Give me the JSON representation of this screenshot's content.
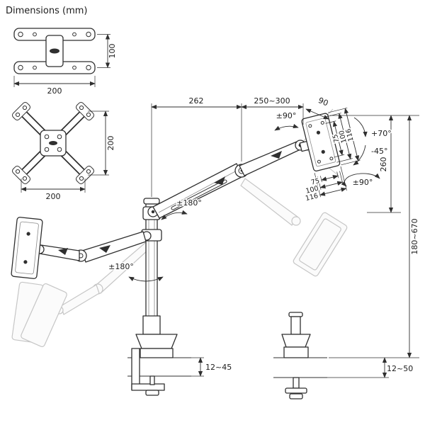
{
  "title": "Dimensions (mm)",
  "colors": {
    "line": "#2f2f2f",
    "ghost": "#c6c6c6",
    "bg": "#ffffff"
  },
  "vesa100": {
    "width": "200",
    "height": "100"
  },
  "vesa200": {
    "width": "200",
    "height": "200"
  },
  "arm_dims": {
    "upper_arm_reach": "262",
    "forearm_reach": "250~300",
    "head_offset": "90",
    "vesa_drop": "260",
    "height_range": "180~670"
  },
  "plate_dims": {
    "d75": "75",
    "d100": "100",
    "d116": "116"
  },
  "angles": {
    "portrait_rotation": "±90°",
    "swivel": "±90°",
    "tilt_up": "+70°",
    "tilt_down": "-45°",
    "arm_swivel": "±180°",
    "pole_swivel": "±180°"
  },
  "bases": {
    "clamp_range": "12~45",
    "grommet_range": "12~50"
  }
}
